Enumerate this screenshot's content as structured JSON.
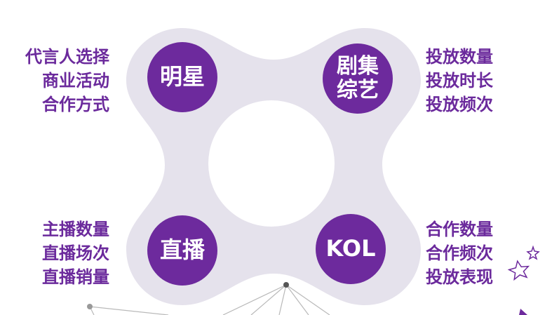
{
  "colors": {
    "accent": "#6b2a9c",
    "circle": "#6d2a9d",
    "shape": "#e5e2ec",
    "text_on_circle": "#ffffff"
  },
  "nodes": {
    "star": {
      "label": "明星",
      "items": [
        "代言人选择",
        "商业活动",
        "合作方式"
      ]
    },
    "drama": {
      "label_lines": [
        "剧集",
        "综艺"
      ],
      "items": [
        "投放数量",
        "投放时长",
        "投放频次"
      ]
    },
    "live": {
      "label": "直播",
      "items": [
        "主播数量",
        "直播场次",
        "直播销量"
      ]
    },
    "kol": {
      "label": "KOL",
      "items": [
        "合作数量",
        "合作频次",
        "投放表现"
      ]
    }
  }
}
